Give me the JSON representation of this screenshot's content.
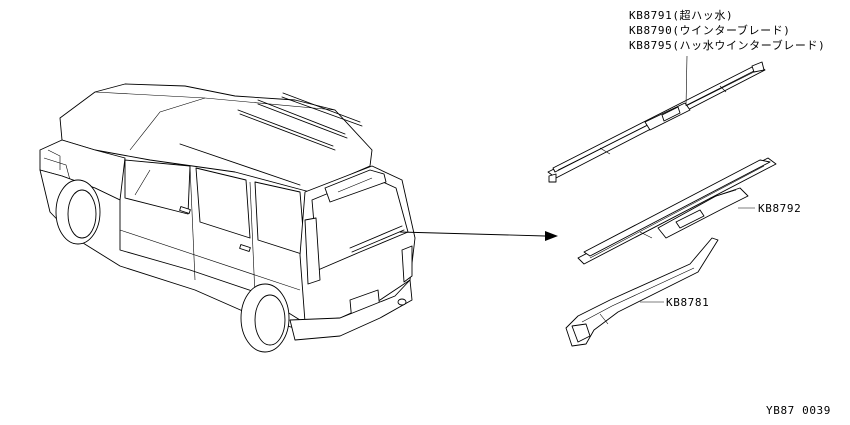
{
  "labels": {
    "kb8791": "KB8791(超ハッ水)",
    "kb8790": "KB8790(ウインターブレード)",
    "kb8795": "KB8795(ハッ水ウインターブレード)",
    "kb8792": "KB8792",
    "kb8781": "KB8781",
    "figure_code": "YB87 0039"
  },
  "colors": {
    "ink": "#000000",
    "paper": "#ffffff"
  }
}
